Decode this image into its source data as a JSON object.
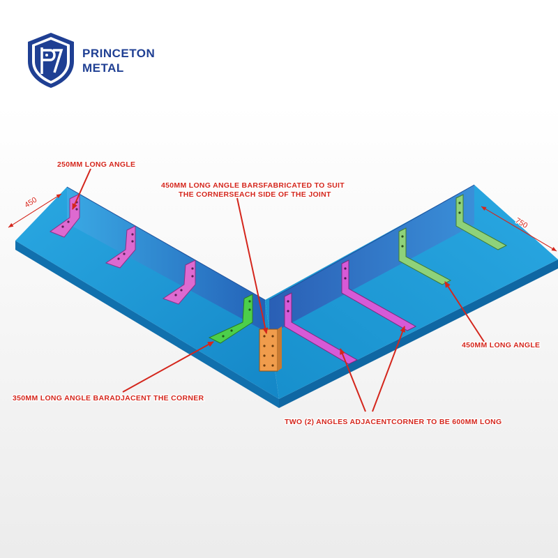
{
  "brand": {
    "line1": "PRINCETON",
    "line2": "METAL",
    "emblem": "shield-emblem-p7",
    "primary_color": "#1f3f93"
  },
  "dimensions": {
    "left_width": "450",
    "right_width": "750"
  },
  "callouts": {
    "angle_250": "250MM LONG ANGLE",
    "corner_450_line1": "450MM LONG ANGLE BARSFABRICATED TO SUIT",
    "corner_450_line2": "THE CORNERSEACH SIDE OF THE JOINT",
    "angle_350": "350MM LONG ANGLE BARADJACENT THE CORNER",
    "angle_450": "450MM LONG ANGLE",
    "two_angles": "TWO (2) ANGLES ADJACENTCORNER TO BE 600MM LONG"
  },
  "colors": {
    "slab": "#1c9bd8",
    "wall": "#2a73c4",
    "angle_pink": "#dd6ad0",
    "angle_magenta": "#d65ad7",
    "angle_green": "#8ed27a",
    "angle_bright_green": "#4ccf4a",
    "joint_plate": "#f09c4c",
    "callout_red": "#d4261c"
  }
}
